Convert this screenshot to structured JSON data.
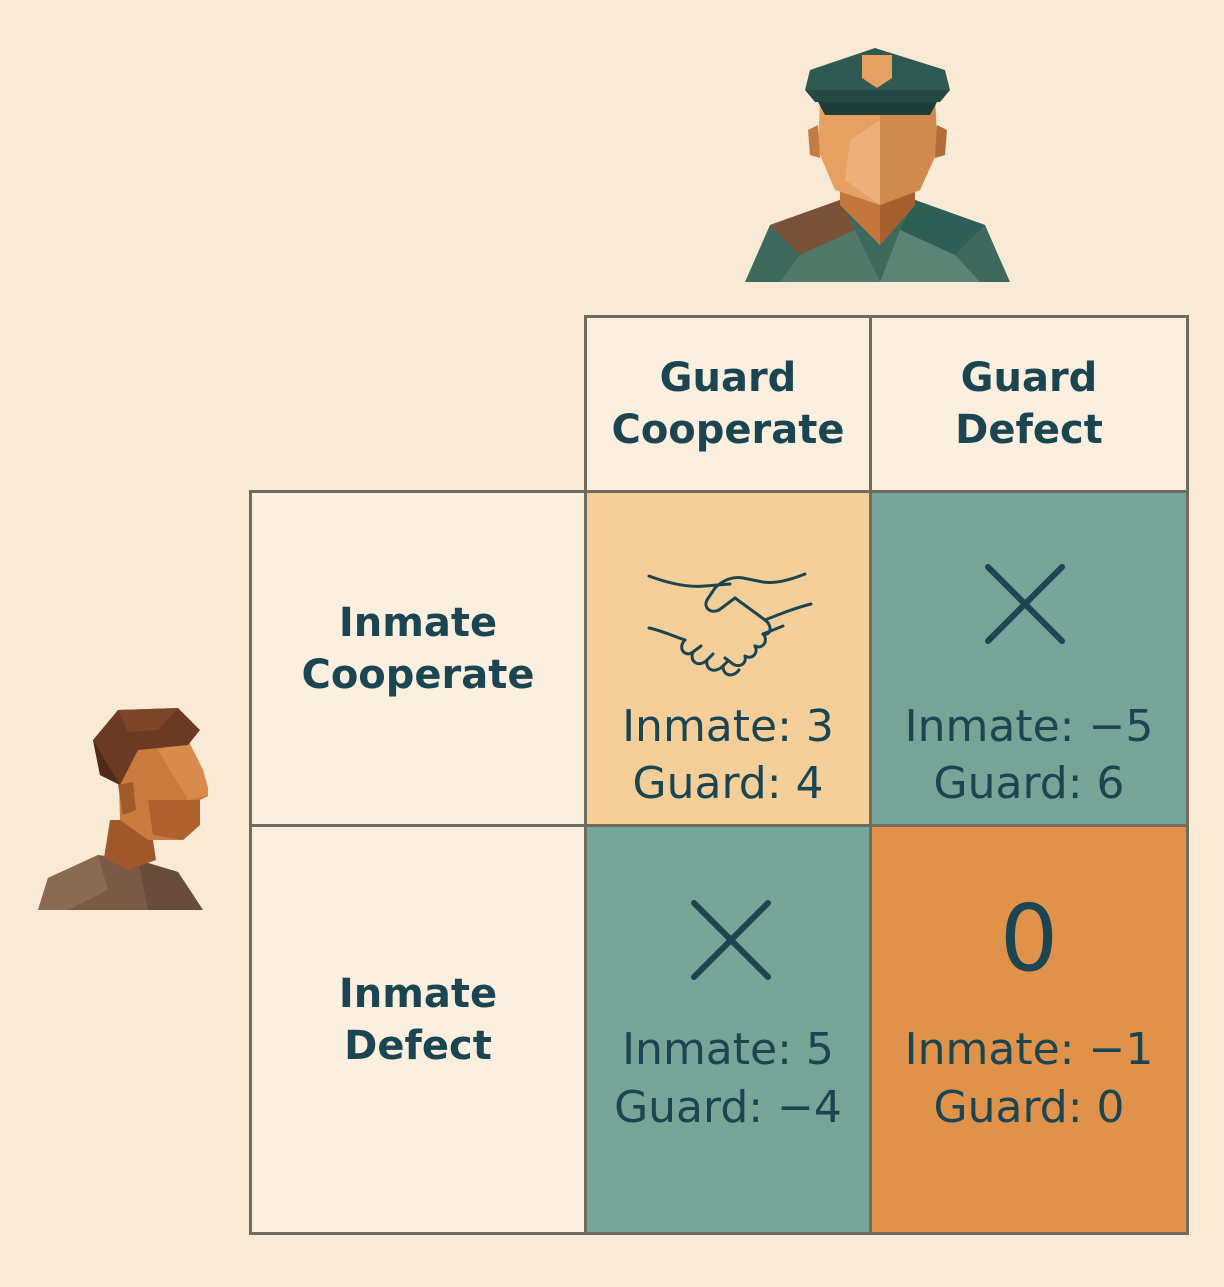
{
  "players": {
    "guard": {
      "icon": "guard-icon"
    },
    "inmate": {
      "icon": "inmate-icon"
    }
  },
  "columns": [
    {
      "label": "Guard\nCooperate"
    },
    {
      "label": "Guard\nDefect"
    }
  ],
  "rows": [
    {
      "label": "Inmate\nCooperate"
    },
    {
      "label": "Inmate\nDefect"
    }
  ],
  "cells": [
    {
      "row": 0,
      "col": 0,
      "icon": "handshake-icon",
      "inmate_payoff": "Inmate: 3",
      "guard_payoff": "Guard: 4",
      "color": "#f5cf9a"
    },
    {
      "row": 0,
      "col": 1,
      "icon": "x-icon",
      "inmate_payoff": "Inmate: −5",
      "guard_payoff": "Guard: 6",
      "color": "#74a596"
    },
    {
      "row": 1,
      "col": 0,
      "icon": "x-icon",
      "inmate_payoff": "Inmate: 5",
      "guard_payoff": "Guard: −4",
      "color": "#74a596"
    },
    {
      "row": 1,
      "col": 1,
      "icon": "o-icon",
      "icon_text": "0",
      "inmate_payoff": "Inmate: −1",
      "guard_payoff": "Guard: 0",
      "color": "#e0914a"
    }
  ],
  "colors": {
    "background": "#f8ead5",
    "text": "#1b4550",
    "border": "#6f6b5f"
  }
}
